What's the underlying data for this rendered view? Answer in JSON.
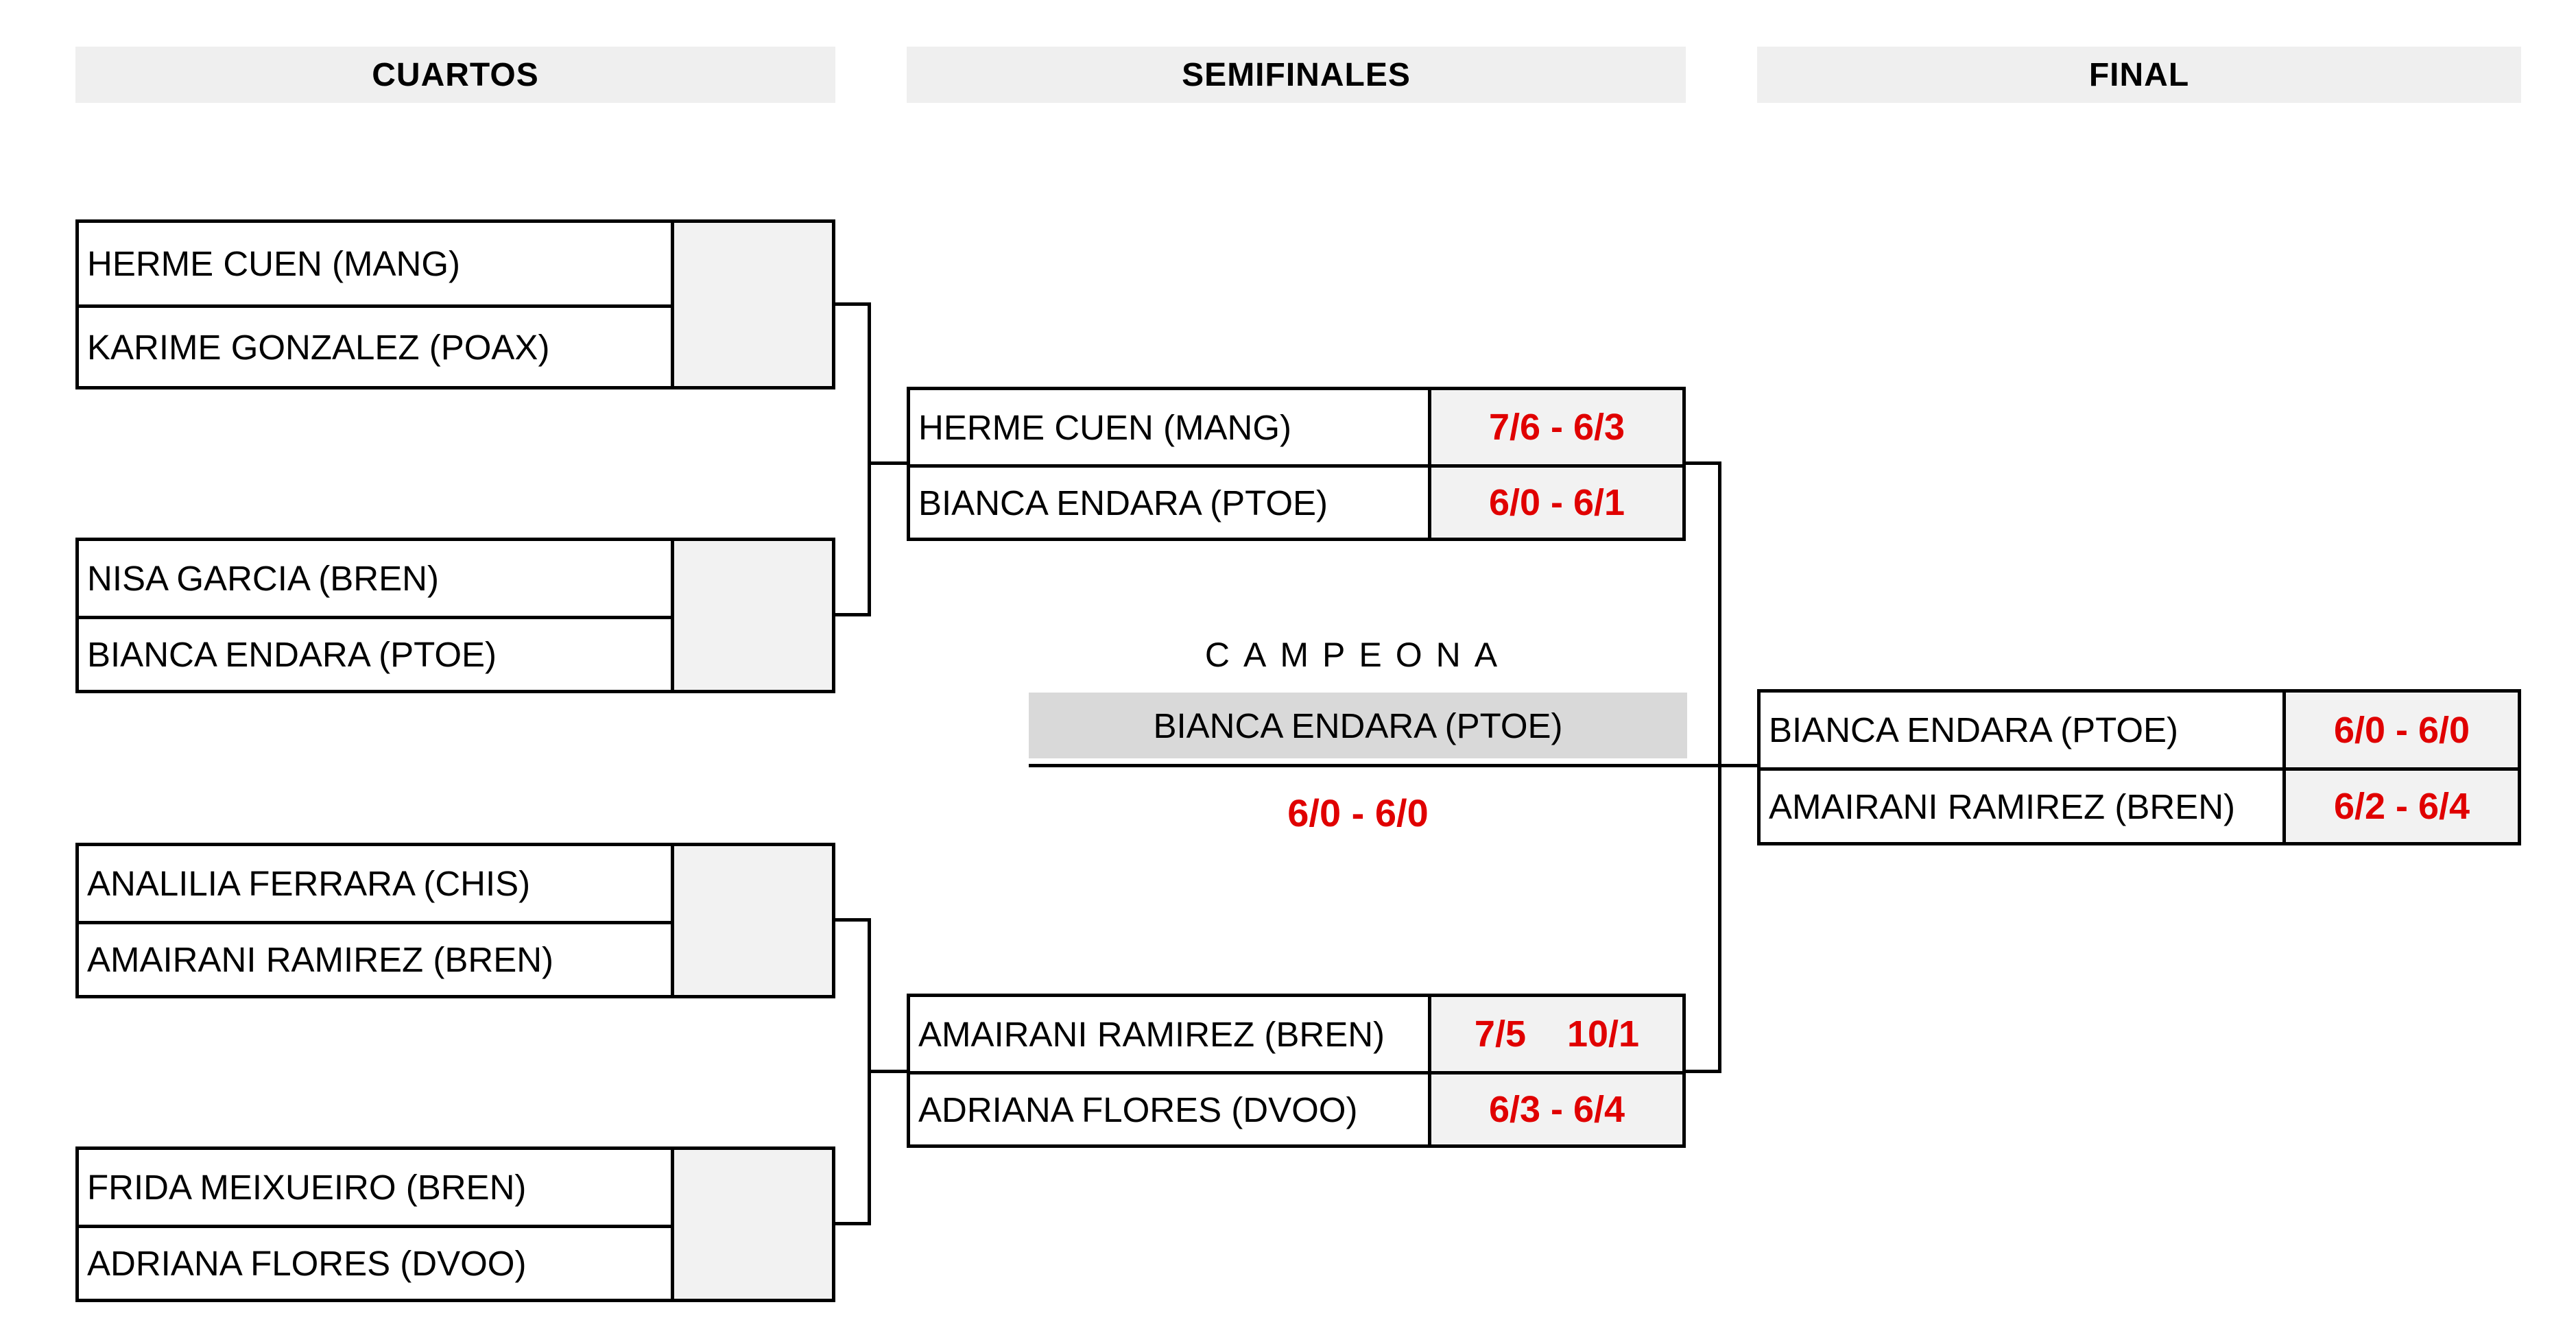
{
  "headers": {
    "cuartos": "CUARTOS",
    "semifinales": "SEMIFINALES",
    "final": "FINAL"
  },
  "cuartos": [
    {
      "player1": "HERME CUEN (MANG)",
      "player2": "KARIME GONZALEZ (POAX)"
    },
    {
      "player1": "NISA GARCIA (BREN)",
      "player2": "BIANCA ENDARA (PTOE)"
    },
    {
      "player1": "ANALILIA FERRARA (CHIS)",
      "player2": "AMAIRANI RAMIREZ (BREN)"
    },
    {
      "player1": "FRIDA MEIXUEIRO (BREN)",
      "player2": "ADRIANA FLORES (DVOO)"
    }
  ],
  "semifinales": [
    {
      "player1": "HERME CUEN (MANG)",
      "score1": "7/6 - 6/3",
      "player2": "BIANCA ENDARA (PTOE)",
      "score2": "6/0 - 6/1"
    },
    {
      "player1": "AMAIRANI RAMIREZ (BREN)",
      "score1": "7/5    10/1",
      "player2": "ADRIANA FLORES (DVOO)",
      "score2": "6/3 - 6/4"
    }
  ],
  "final": {
    "player1": "BIANCA ENDARA (PTOE)",
    "score1": "6/0 - 6/0",
    "player2": "AMAIRANI RAMIREZ (BREN)",
    "score2": "6/2 - 6/4"
  },
  "campeona": {
    "label": "CAMPEONA",
    "name": "BIANCA ENDARA (PTOE)",
    "score": "6/0 - 6/0"
  },
  "colors": {
    "score_red": "#e00000",
    "header_bg": "#efefef",
    "score_cell_bg": "#f2f2f2",
    "champion_bg": "#d9d9d9"
  }
}
